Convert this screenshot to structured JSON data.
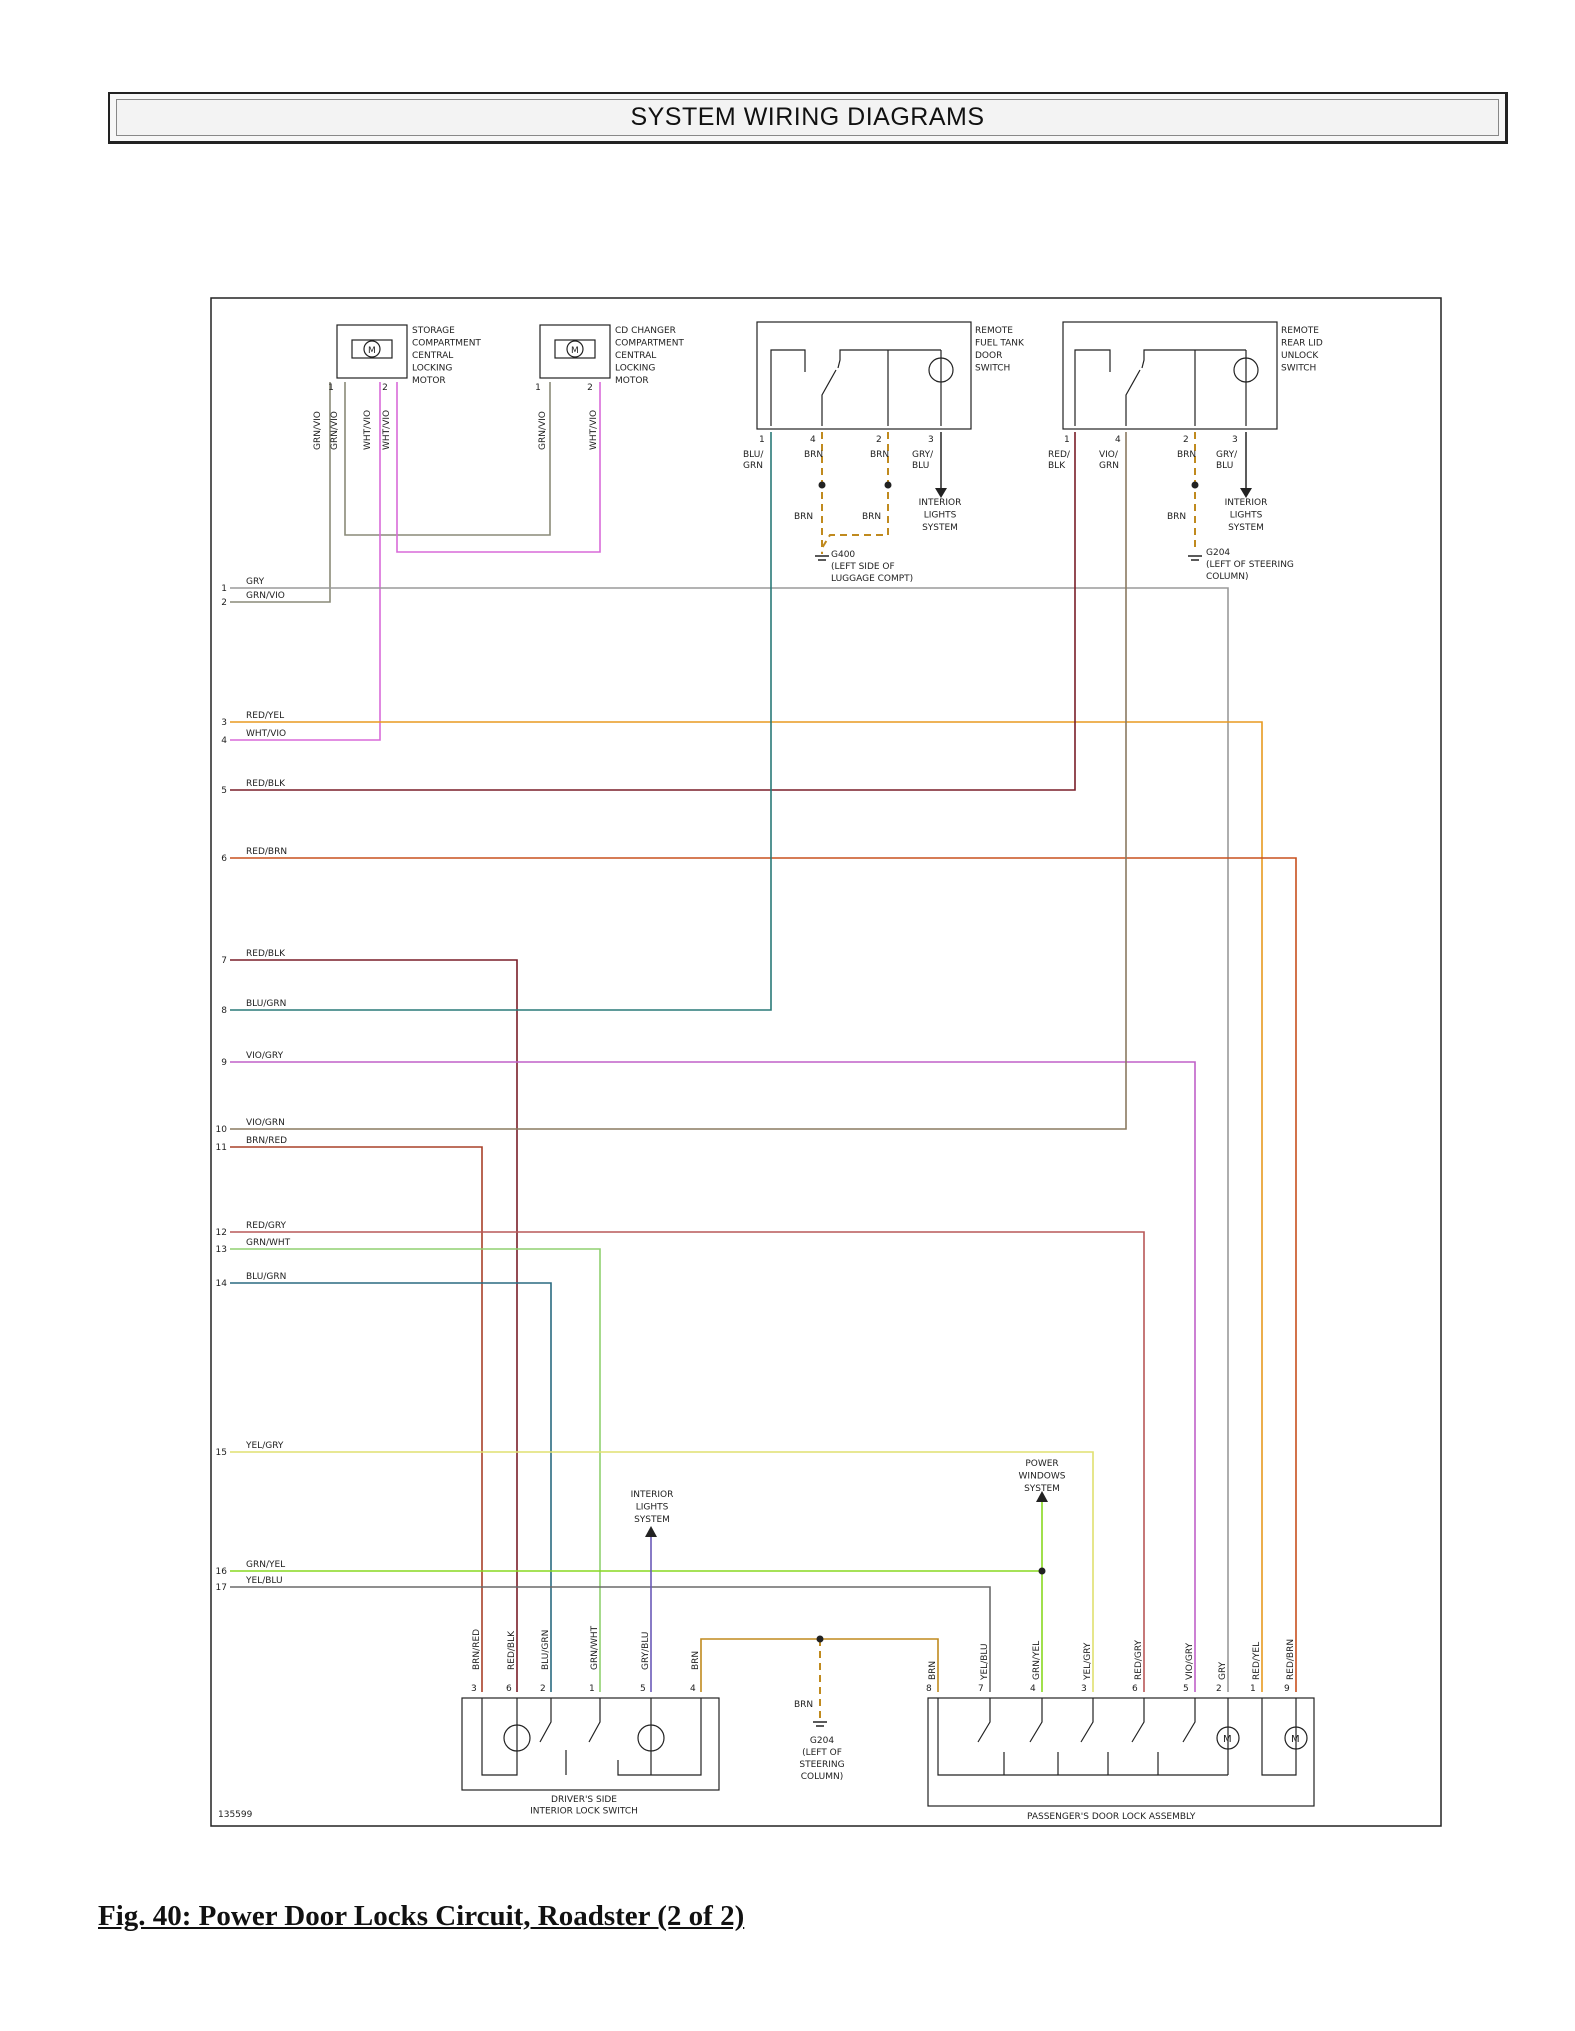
{
  "header": {
    "title": "SYSTEM WIRING DIAGRAMS"
  },
  "figure": {
    "caption": "Fig. 40: Power Door Locks Circuit, Roadster (2 of 2)",
    "diagram_id": "135599"
  },
  "components": {
    "storage_motor": [
      "STORAGE",
      "COMPARTMENT",
      "CENTRAL",
      "LOCKING",
      "MOTOR"
    ],
    "cd_motor": [
      "CD CHANGER",
      "COMPARTMENT",
      "CENTRAL",
      "LOCKING",
      "MOTOR"
    ],
    "fuel_switch": [
      "REMOTE",
      "FUEL TANK",
      "DOOR",
      "SWITCH"
    ],
    "rear_lid_switch": [
      "REMOTE",
      "REAR LID",
      "UNLOCK",
      "SWITCH"
    ],
    "driver_switch": [
      "DRIVER'S SIDE",
      "INTERIOR LOCK SWITCH"
    ],
    "passenger_assembly": "PASSENGER'S DOOR LOCK ASSEMBLY"
  },
  "references": {
    "interior_lights": [
      "INTERIOR",
      "LIGHTS",
      "SYSTEM"
    ],
    "power_windows": [
      "POWER",
      "WINDOWS",
      "SYSTEM"
    ]
  },
  "grounds": {
    "g400": [
      "G400",
      "(LEFT SIDE OF",
      "LUGGAGE COMPT)"
    ],
    "g204_top": [
      "G204",
      "(LEFT OF STEERING",
      "COLUMN)"
    ],
    "g204_bottom": [
      "G204",
      "(LEFT OF",
      "STEERING",
      "COLUMN)"
    ]
  },
  "left_connector": [
    {
      "pin": "1",
      "wire": "GRY"
    },
    {
      "pin": "2",
      "wire": "GRN/VIO"
    },
    {
      "pin": "3",
      "wire": "RED/YEL"
    },
    {
      "pin": "4",
      "wire": "WHT/VIO"
    },
    {
      "pin": "5",
      "wire": "RED/BLK"
    },
    {
      "pin": "6",
      "wire": "RED/BRN"
    },
    {
      "pin": "7",
      "wire": "RED/BLK"
    },
    {
      "pin": "8",
      "wire": "BLU/GRN"
    },
    {
      "pin": "9",
      "wire": "VIO/GRY"
    },
    {
      "pin": "10",
      "wire": "VIO/GRN"
    },
    {
      "pin": "11",
      "wire": "BRN/RED"
    },
    {
      "pin": "12",
      "wire": "RED/GRY"
    },
    {
      "pin": "13",
      "wire": "GRN/WHT"
    },
    {
      "pin": "14",
      "wire": "BLU/GRN"
    },
    {
      "pin": "15",
      "wire": "YEL/GRY"
    },
    {
      "pin": "16",
      "wire": "GRN/YEL"
    },
    {
      "pin": "17",
      "wire": "YEL/BLU"
    }
  ],
  "storage_pins": [
    {
      "pin": "1",
      "wires": [
        "GRN/VIO",
        "GRN/VIO"
      ]
    },
    {
      "pin": "2",
      "wires": [
        "WHT/VIO",
        "WHT/VIO"
      ]
    }
  ],
  "cd_pins": [
    {
      "pin": "1",
      "wire": "GRN/VIO"
    },
    {
      "pin": "2",
      "wire": "WHT/VIO"
    }
  ],
  "fuel_pins": [
    {
      "pin": "1",
      "wire": "BLU/ GRN"
    },
    {
      "pin": "4",
      "wire": "BRN"
    },
    {
      "pin": "2",
      "wire": "BRN"
    },
    {
      "pin": "3",
      "wire": "GRY/ BLU"
    }
  ],
  "rear_pins": [
    {
      "pin": "1",
      "wire": "RED/ BLK"
    },
    {
      "pin": "4",
      "wire": "VIO/ GRN"
    },
    {
      "pin": "2",
      "wire": "BRN"
    },
    {
      "pin": "3",
      "wire": "GRY/ BLU"
    }
  ],
  "driver_pins": [
    {
      "pin": "3",
      "wire": "BRN/RED"
    },
    {
      "pin": "6",
      "wire": "RED/BLK"
    },
    {
      "pin": "2",
      "wire": "BLU/GRN"
    },
    {
      "pin": "1",
      "wire": "GRN/WHT"
    },
    {
      "pin": "5",
      "wire": "GRY/BLU"
    },
    {
      "pin": "4",
      "wire": "BRN"
    }
  ],
  "passenger_pins": [
    {
      "pin": "8",
      "wire": "BRN"
    },
    {
      "pin": "7",
      "wire": "YEL/BLU"
    },
    {
      "pin": "4",
      "wire": "GRN/YEL"
    },
    {
      "pin": "3",
      "wire": "YEL/GRY"
    },
    {
      "pin": "6",
      "wire": "RED/GRY"
    },
    {
      "pin": "5",
      "wire": "VIO/GRY"
    },
    {
      "pin": "2",
      "wire": "GRY"
    },
    {
      "pin": "1",
      "wire": "RED/YEL"
    },
    {
      "pin": "9",
      "wire": "RED/BRN"
    }
  ],
  "misc": {
    "brn": "BRN",
    "motor_symbol": "M"
  },
  "wire_colors": {
    "gry": "#9a9a9a",
    "grn_vio": "#8a8a78",
    "wht_vio": "#d86ad8",
    "red_yel": "#e89a20",
    "red_blk": "#7a1e28",
    "red_brn": "#c8501e",
    "blu_grn": "#2a7a78",
    "vio_gry": "#c060c8",
    "vio_grn": "#8a7a60",
    "brn_red": "#a84028",
    "red_gry": "#b85858",
    "grn_wht": "#90d070",
    "blu_grn2": "#2a6a80",
    "yel_gry": "#e0e070",
    "grn_yel": "#88d820",
    "yel_blu": "#6a6a6a",
    "brn": "#c08a1e",
    "gry_blu": "#6a5ab8"
  }
}
